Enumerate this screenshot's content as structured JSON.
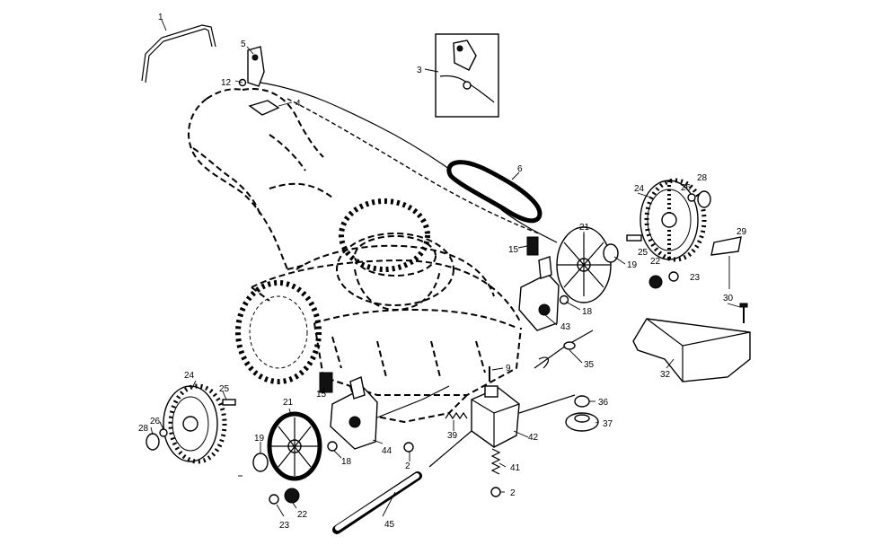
{
  "callouts": {
    "c1": "1",
    "c2a": "2",
    "c2b": "2",
    "c3": "3",
    "c4": "4",
    "c5": "5",
    "c6": "6",
    "c9": "9",
    "c12": "12",
    "c15a": "15",
    "c15b": "15",
    "c18a": "18",
    "c18b": "18",
    "c19a": "19",
    "c19b": "19",
    "c21a": "21",
    "c21b": "21",
    "c22a": "22",
    "c22b": "22",
    "c23a": "23",
    "c23b": "23",
    "c24a": "24",
    "c24b": "24",
    "c25a": "25",
    "c25b": "25",
    "c26a": "26",
    "c26b": "26",
    "c28a": "28",
    "c28b": "28",
    "c29": "29",
    "c30": "30",
    "c32": "32",
    "c35": "35",
    "c36": "36",
    "c37": "37",
    "c39": "39",
    "c41": "41",
    "c42": "42",
    "c43": "43",
    "c44": "44",
    "c45": "45"
  }
}
